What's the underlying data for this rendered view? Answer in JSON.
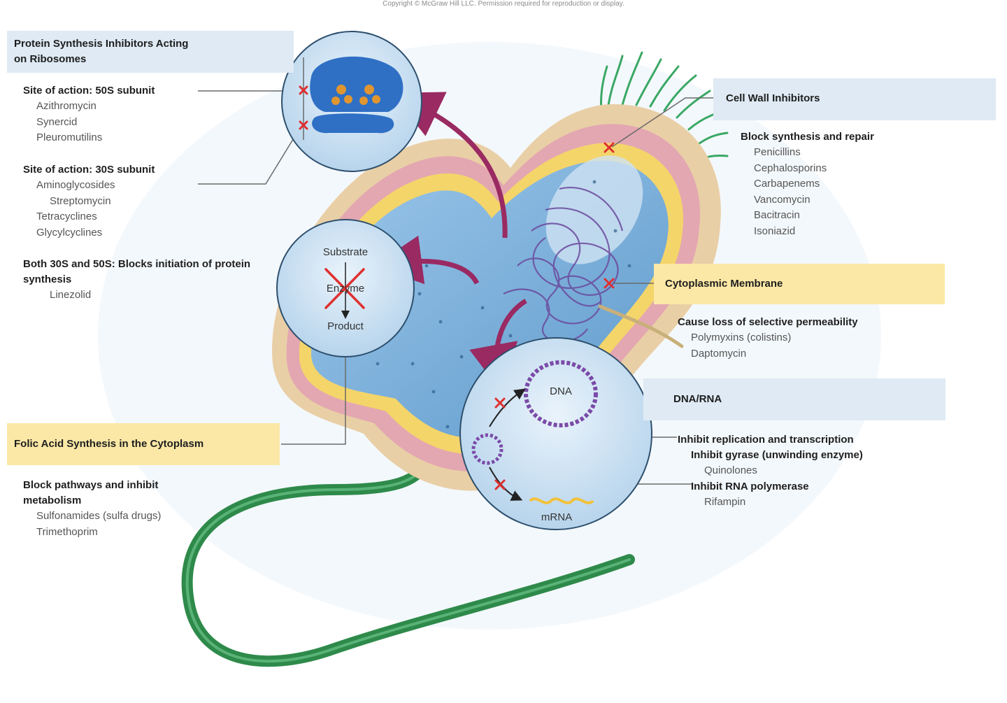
{
  "copyright": "Copyright © McGraw Hill LLC. Permission required for reproduction or display.",
  "colors": {
    "blue_band": "#dfeaf4",
    "yellow_band": "#fbe8a6",
    "inhibit_mark": "#e03030",
    "arrow": "#9a2a62",
    "flagellum": "#2e8a4a",
    "cytoplasm": "#7fb3dd",
    "cell_wall": "#e3a7b1"
  },
  "sections": {
    "protein": {
      "title": "Protein Synthesis Inhibitors Acting on Ribosomes",
      "site50s": "Site of action: 50S subunit",
      "site50s_drugs": [
        "Azithromycin",
        "Synercid",
        "Pleuromutilins"
      ],
      "site30s": "Site of action: 30S subunit",
      "site30s_drugs": [
        "Aminoglycosides",
        "Streptomycin",
        "Tetracyclines",
        "Glycylcyclines"
      ],
      "both": "Both 30S and 50S: Blocks initiation of protein synthesis",
      "both_drugs": [
        "Linezolid"
      ]
    },
    "folic": {
      "title": "Folic Acid Synthesis in the Cytoplasm",
      "sub": "Block pathways and inhibit metabolism",
      "drugs": [
        "Sulfonamides (sulfa drugs)",
        "Trimethoprim"
      ]
    },
    "wall": {
      "title": "Cell Wall Inhibitors",
      "sub": "Block synthesis and repair",
      "drugs": [
        "Penicillins",
        "Cephalosporins",
        "Carbapenems",
        "Vancomycin",
        "Bacitracin",
        "Isoniazid"
      ]
    },
    "membrane": {
      "title": "Cytoplasmic Membrane",
      "sub": "Cause loss of selective permeability",
      "drugs": [
        "Polymyxins (colistins)",
        "Daptomycin"
      ]
    },
    "dna": {
      "title": "DNA/RNA",
      "sub": "Inhibit replication and transcription",
      "gyrase": "Inhibit gyrase (unwinding enzyme)",
      "gyrase_drugs": [
        "Quinolones"
      ],
      "rnapol": "Inhibit RNA polymerase",
      "rnapol_drugs": [
        "Rifampin"
      ]
    }
  },
  "circles": {
    "enzyme": {
      "substrate": "Substrate",
      "enzyme": "Enzyme",
      "product": "Product"
    },
    "dna": {
      "dna": "DNA",
      "mrna": "mRNA"
    }
  }
}
